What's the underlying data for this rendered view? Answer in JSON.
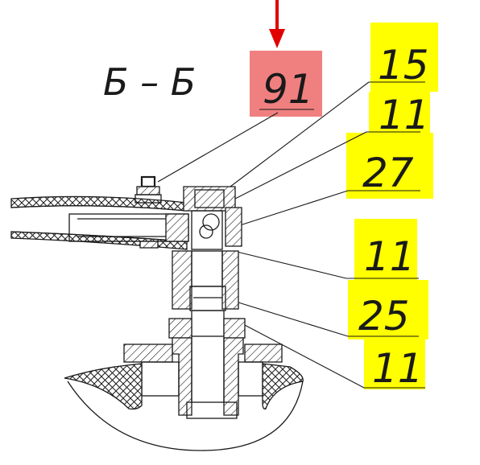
{
  "section_title": "Б – Б",
  "highlight_label": {
    "text": "91",
    "fill": "#f08080"
  },
  "arrow_color": "#e00000",
  "callouts": [
    {
      "text": "15",
      "fill": "#ffff00"
    },
    {
      "text": "11",
      "fill": "#ffff00"
    },
    {
      "text": "27",
      "fill": "#ffff00"
    },
    {
      "text": "11",
      "fill": "#ffff00"
    },
    {
      "text": "25",
      "fill": "#ffff00"
    },
    {
      "text": "11",
      "fill": "#ffff00"
    }
  ]
}
